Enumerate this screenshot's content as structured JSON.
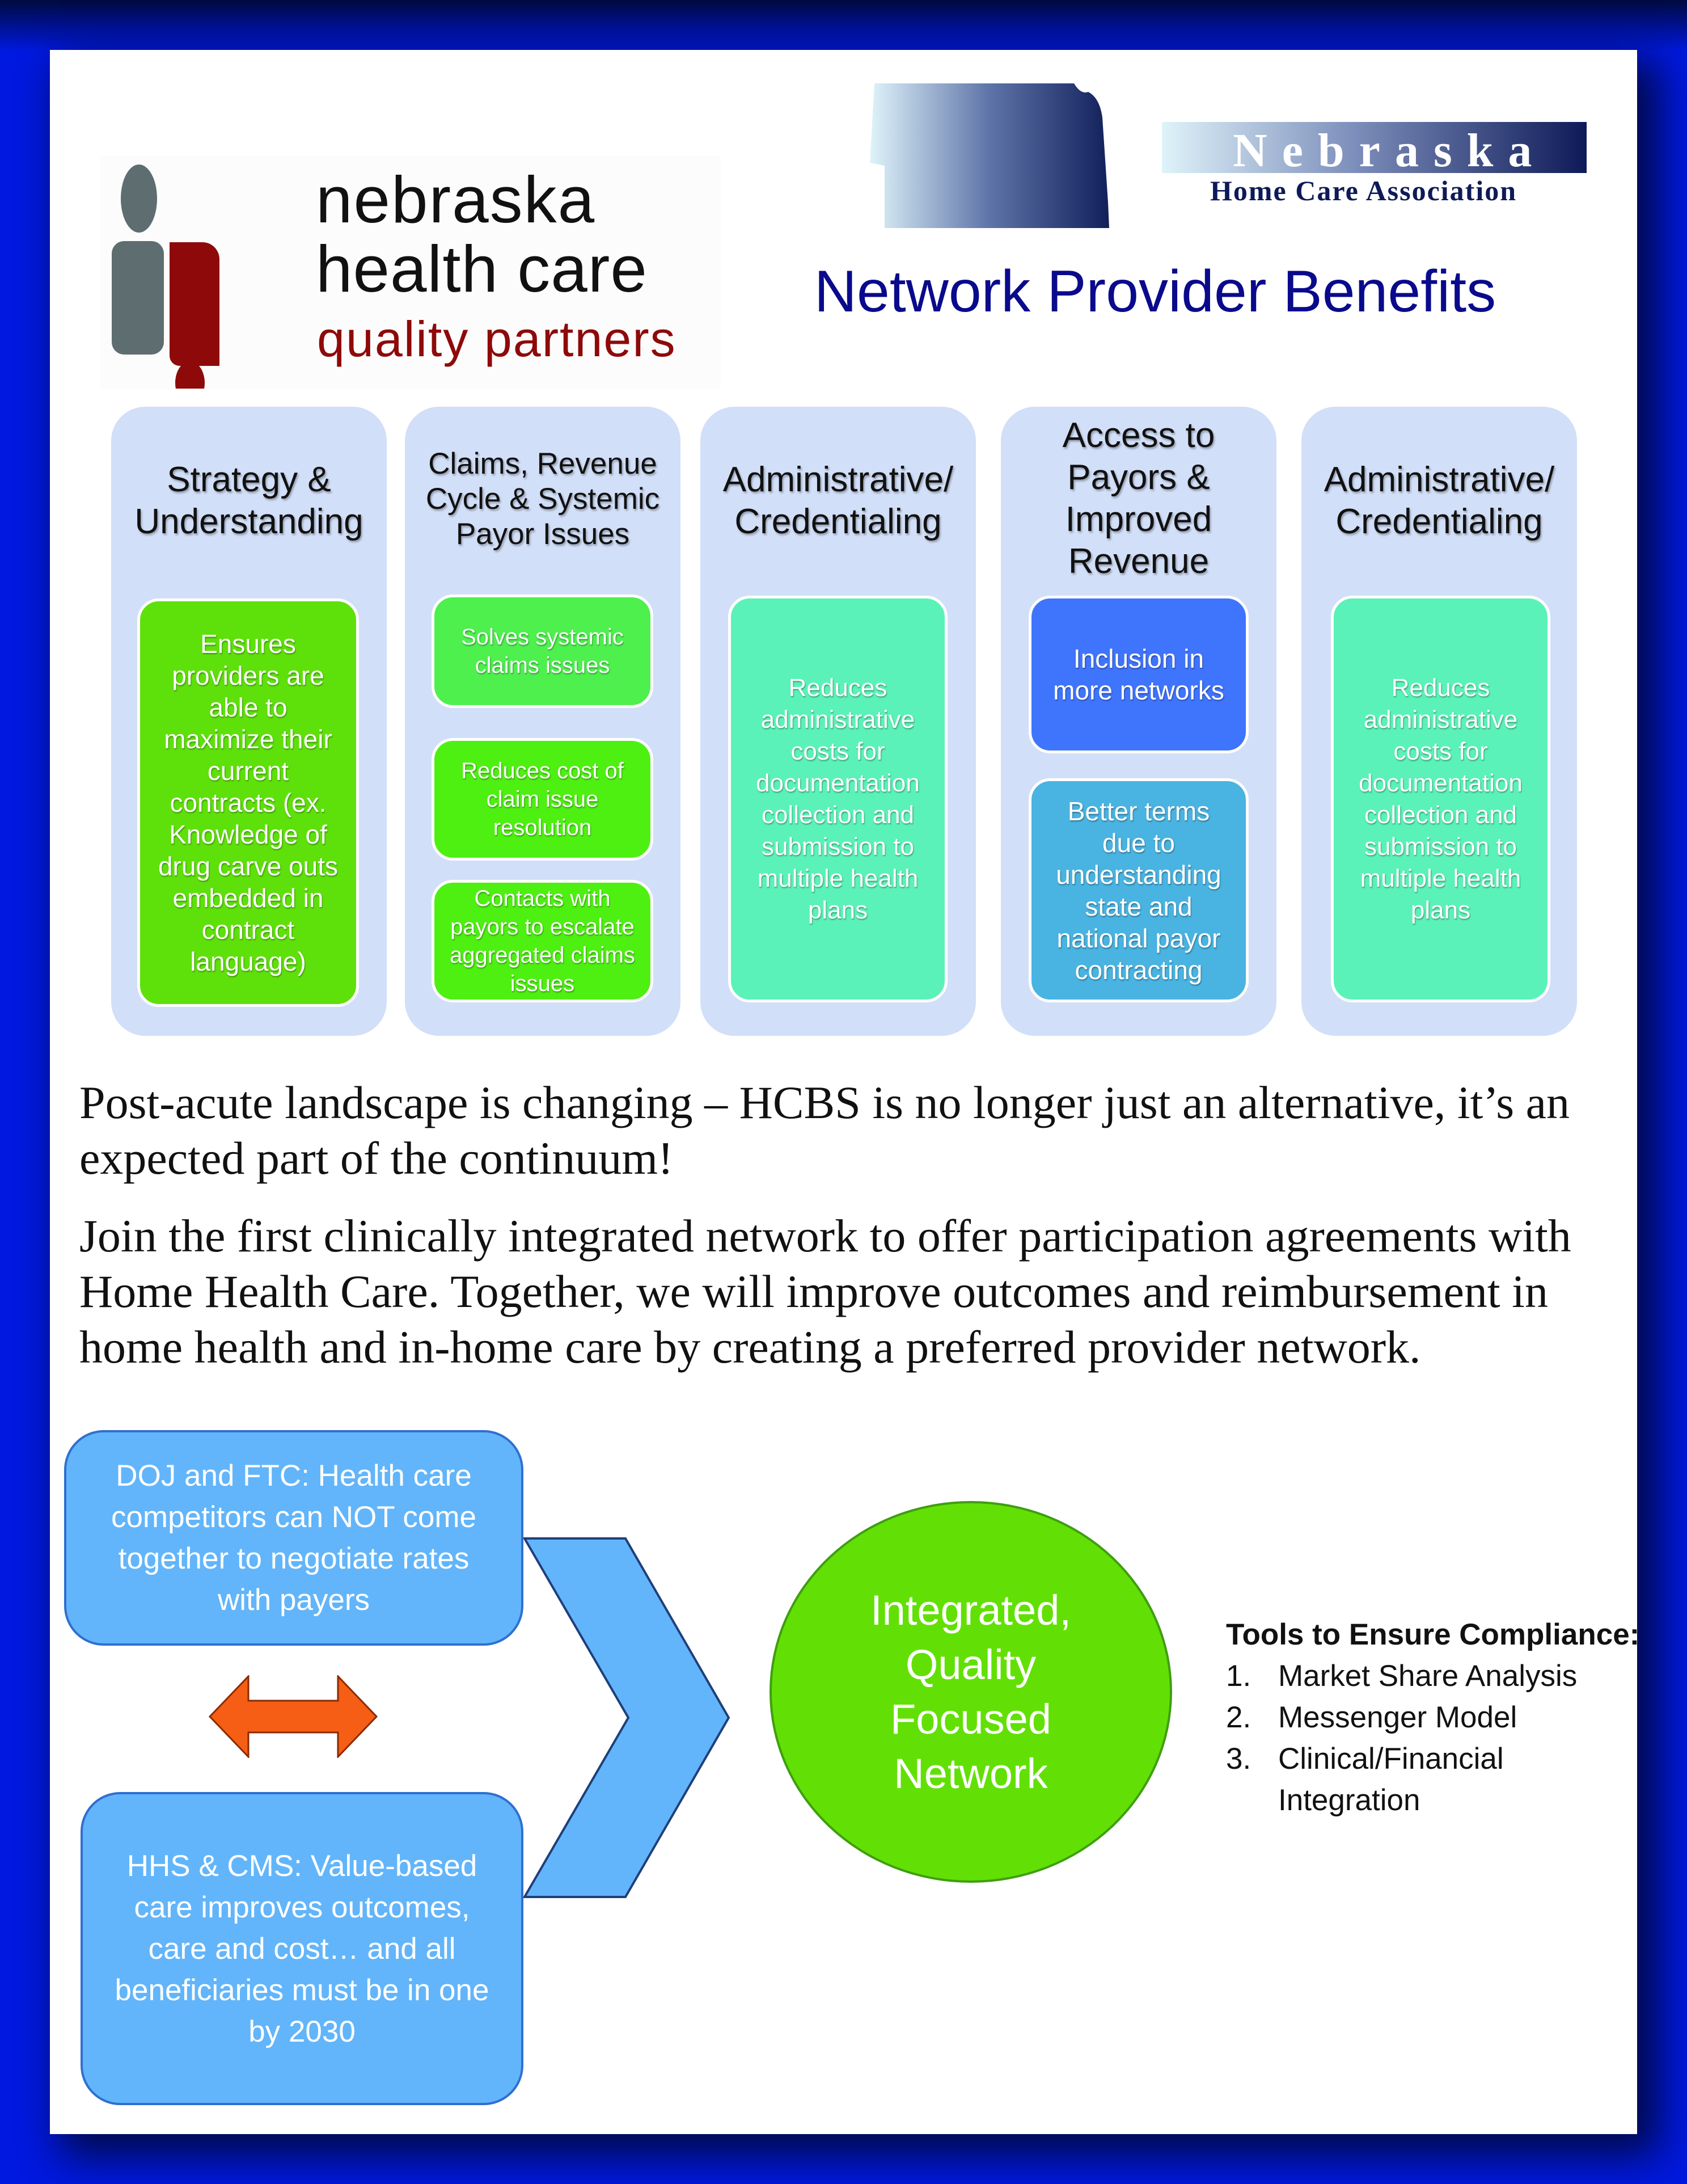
{
  "logos": {
    "left": {
      "line1": "nebraska",
      "line2": "health care",
      "line3": "quality partners"
    },
    "right": {
      "name": "Nebraska",
      "subtitle": "Home Care Association"
    }
  },
  "title": "Network Provider Benefits",
  "columns": [
    {
      "heading": "Strategy & Understanding",
      "boxes": [
        "Ensures providers are able to maximize their current contracts (ex. Knowledge of drug carve outs embedded in contract language)"
      ]
    },
    {
      "heading": "Claims, Revenue Cycle & Systemic Payor Issues",
      "boxes": [
        "Solves systemic claims issues",
        "Reduces cost of claim issue resolution",
        "Contacts with payors to escalate aggregated claims issues"
      ]
    },
    {
      "heading": "Administrative/ Credentialing",
      "boxes": [
        "Reduces administrative costs for documentation collection and submission to multiple health plans"
      ]
    },
    {
      "heading": "Access to Payors & Improved Revenue",
      "boxes": [
        "Inclusion in more networks",
        "Better terms due to understanding state and national payor contracting"
      ]
    },
    {
      "heading": "Administrative/ Credentialing",
      "boxes": [
        "Reduces administrative costs for documentation collection and submission to multiple health plans"
      ]
    }
  ],
  "paragraphs": [
    "Post-acute landscape is changing – HCBS is no longer just an alternative, it’s an expected part of the continuum!",
    "Join the first clinically integrated network to offer participation agreements with Home Health Care. Together, we will improve outcomes and reimbursement in home health and in-home care by creating a preferred provider network."
  ],
  "diagram": {
    "box_top": "DOJ and FTC: Health care competitors can NOT come together to negotiate rates with payers",
    "box_bottom": "HHS & CMS: Value-based care improves outcomes, care and cost… and all beneficiaries must be in one by 2030",
    "circle": "Integrated, Quality Focused Network"
  },
  "tools": {
    "heading": "Tools to Ensure Compliance:",
    "items": [
      {
        "num": "1.",
        "text": "Market Share Analysis"
      },
      {
        "num": "2.",
        "text": "Messenger Model"
      },
      {
        "num": "3.",
        "text": "Clinical/Financial Integration"
      }
    ]
  },
  "colors": {
    "frame": "#0019e0",
    "title": "#0a0a8c",
    "accent_red": "#8e0a0a"
  }
}
